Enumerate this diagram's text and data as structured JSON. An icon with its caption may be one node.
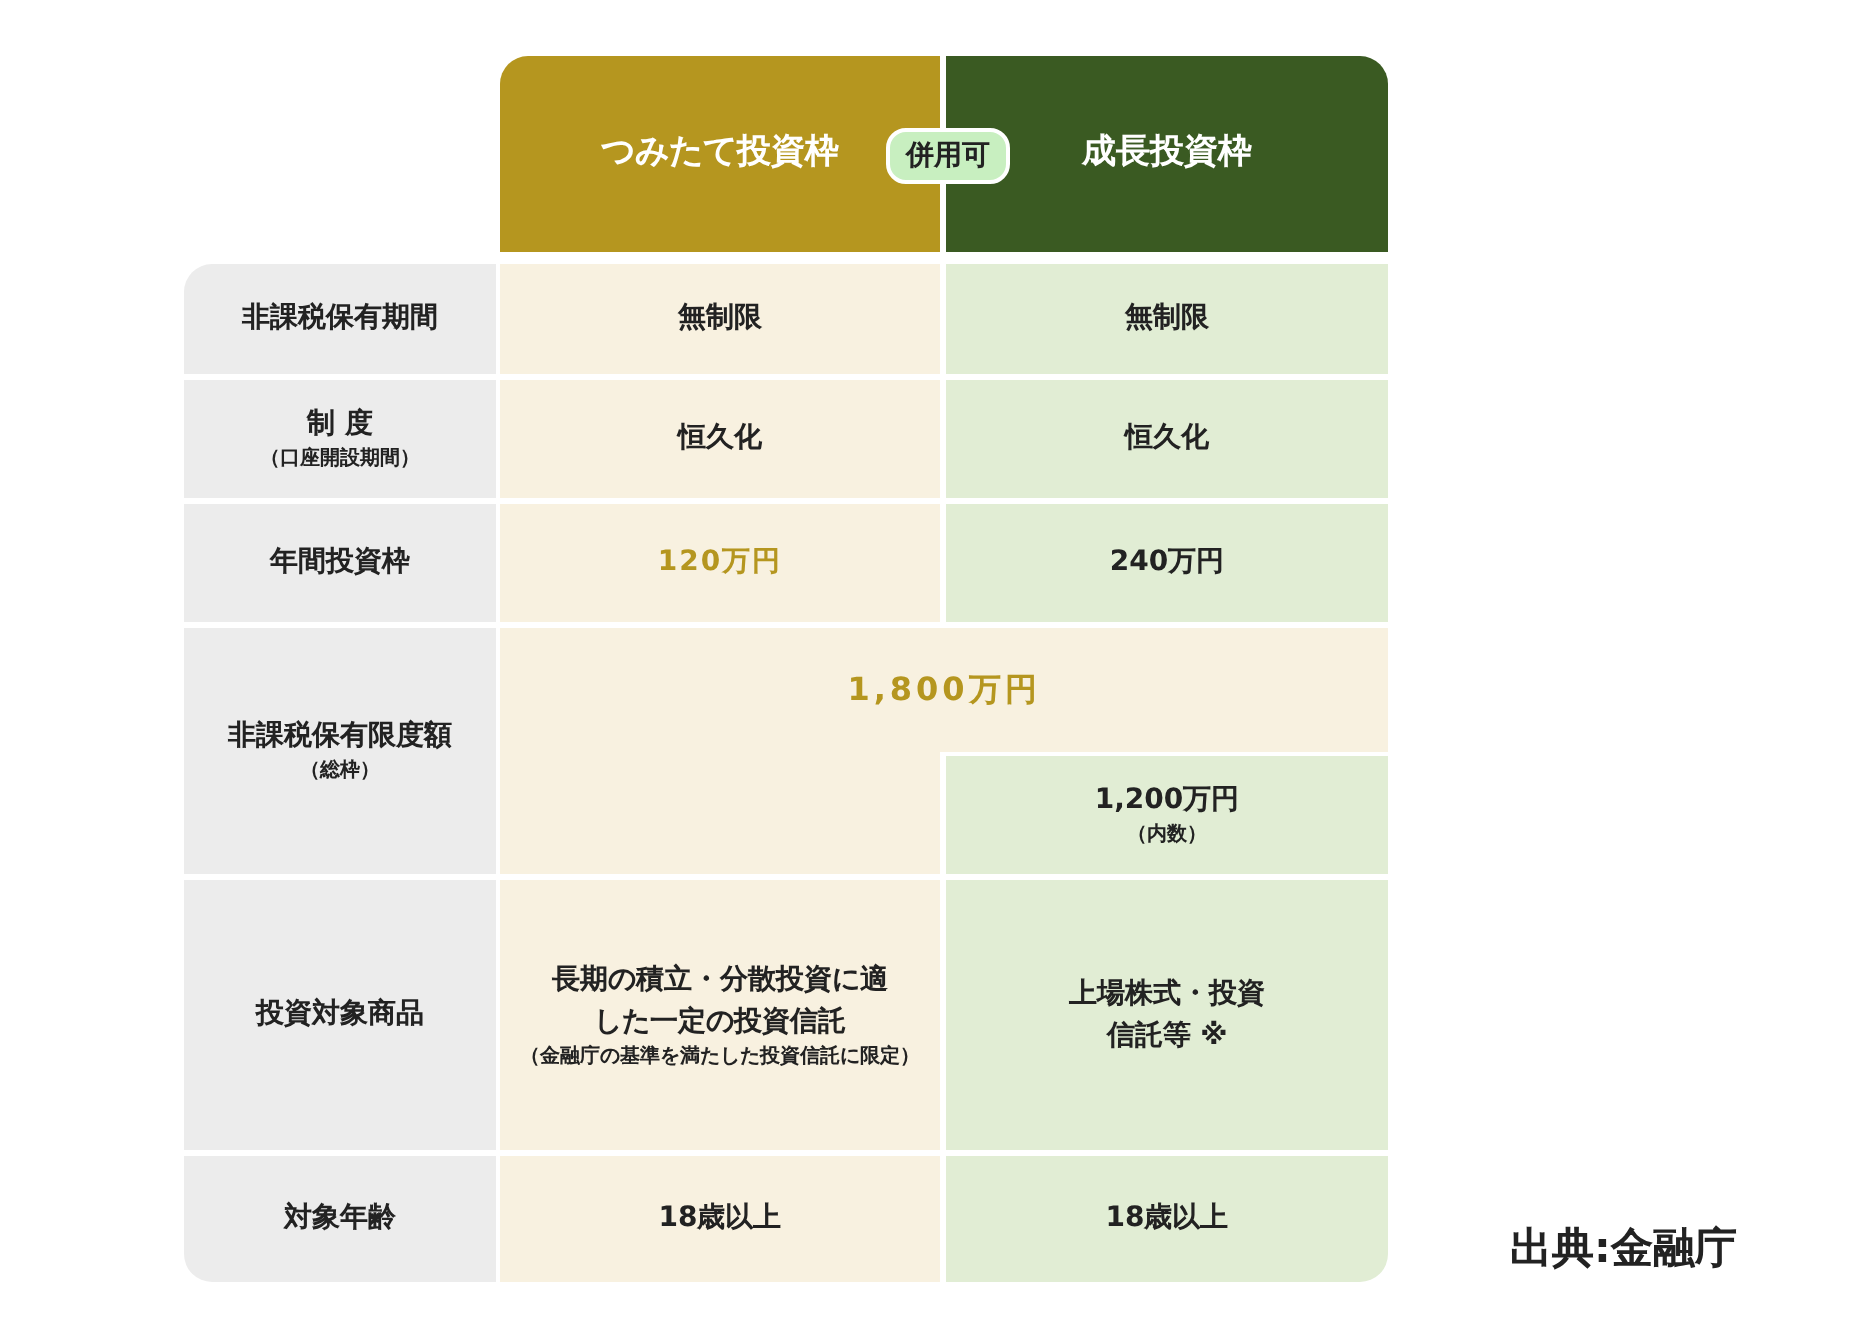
{
  "diagram": {
    "caption": "出典:金融庁",
    "labels": [
      "つみたて投資枠",
      "併用可",
      "成長投資枠",
      "非課税保有期間",
      "無制限",
      "無制限",
      "制 度",
      "（口座開設期間）",
      "恒久化",
      "恒久化",
      "年間投資枠",
      "120万円",
      "240万円",
      "非課税保有限度額",
      "（総枠）",
      "1,800万円",
      "1,200万円",
      "（内数）",
      "投資対象商品",
      "長期の積立・分散投資に適した一定の投資信託",
      "（金融庁の基準を満たした投資信託に限定）",
      "上場株式・投資信託等 ※",
      "対象年齢",
      "18歳以上",
      "18歳以上"
    ]
  }
}
